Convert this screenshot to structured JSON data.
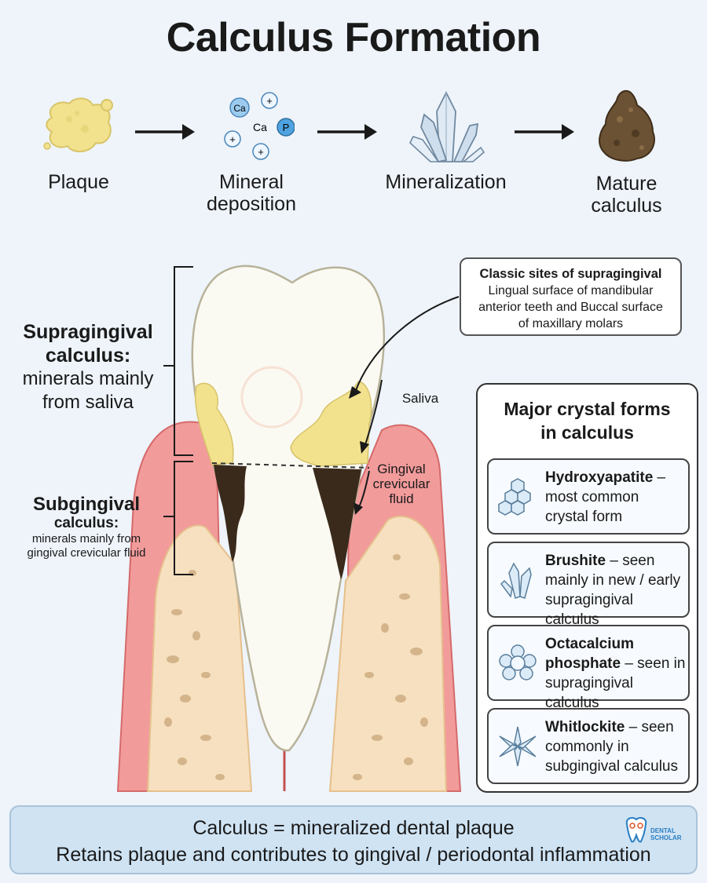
{
  "title": "Calculus Formation",
  "stages": [
    {
      "label": "Plaque"
    },
    {
      "label": "Mineral\ndeposition"
    },
    {
      "label": "Mineralization"
    },
    {
      "label": "Mature\ncalculus"
    }
  ],
  "ions": [
    "Ca",
    "+",
    "Ca",
    "P",
    "+",
    "+"
  ],
  "supragingival": {
    "name_line1": "Supragingival",
    "name_line2": "calculus:",
    "desc_line1": "minerals mainly",
    "desc_line2": "from saliva"
  },
  "subgingival": {
    "name_line1": "Subgingival",
    "name_line2": "calculus:",
    "desc_line1": "minerals mainly from",
    "desc_line2": "gingival crevicular fluid"
  },
  "classic_sites": {
    "title": "Classic sites of supragingival",
    "line1": "Lingual surface of mandibular",
    "line2": "anterior teeth and Buccal surface",
    "line3": "of maxillary molars"
  },
  "labels": {
    "saliva": "Saliva",
    "gcf": "Gingival\ncrevicular\nfluid"
  },
  "crystal_panel": {
    "heading_line1": "Major crystal forms",
    "heading_line2": "in calculus",
    "items": [
      {
        "name": "Hydroxyapatite",
        "desc_a": " –",
        "desc_b": "most common",
        "desc_c": "crystal form"
      },
      {
        "name": "Brushite",
        "desc_a": " – seen",
        "desc_b": "mainly in new / early",
        "desc_c": "supragingival calculus"
      },
      {
        "name": "Octacalcium",
        "desc_a": "",
        "desc_b": "phosphate",
        "desc_b2": " – seen in",
        "desc_c": "supragingival calculus"
      },
      {
        "name": "Whitlockite",
        "desc_a": " – seen",
        "desc_b": "commonly in",
        "desc_c": "subgingival calculus"
      }
    ]
  },
  "summary": {
    "line1": "Calculus = mineralized dental plaque",
    "line2": "Retains plaque and contributes to gingival / periodontal inflammation"
  },
  "logo": {
    "line1": "DENTAL",
    "line2": "SCHOLAR"
  },
  "watermark": "DENTAL SCHOLAR",
  "colors": {
    "plaque": "#f2e28e",
    "calculus": "#3a2a1c",
    "gingiva": "#f29b9b",
    "bone": "#f6e0bf",
    "enamel": "#fbfaf2",
    "summary_bg": "#cfe3f3"
  }
}
